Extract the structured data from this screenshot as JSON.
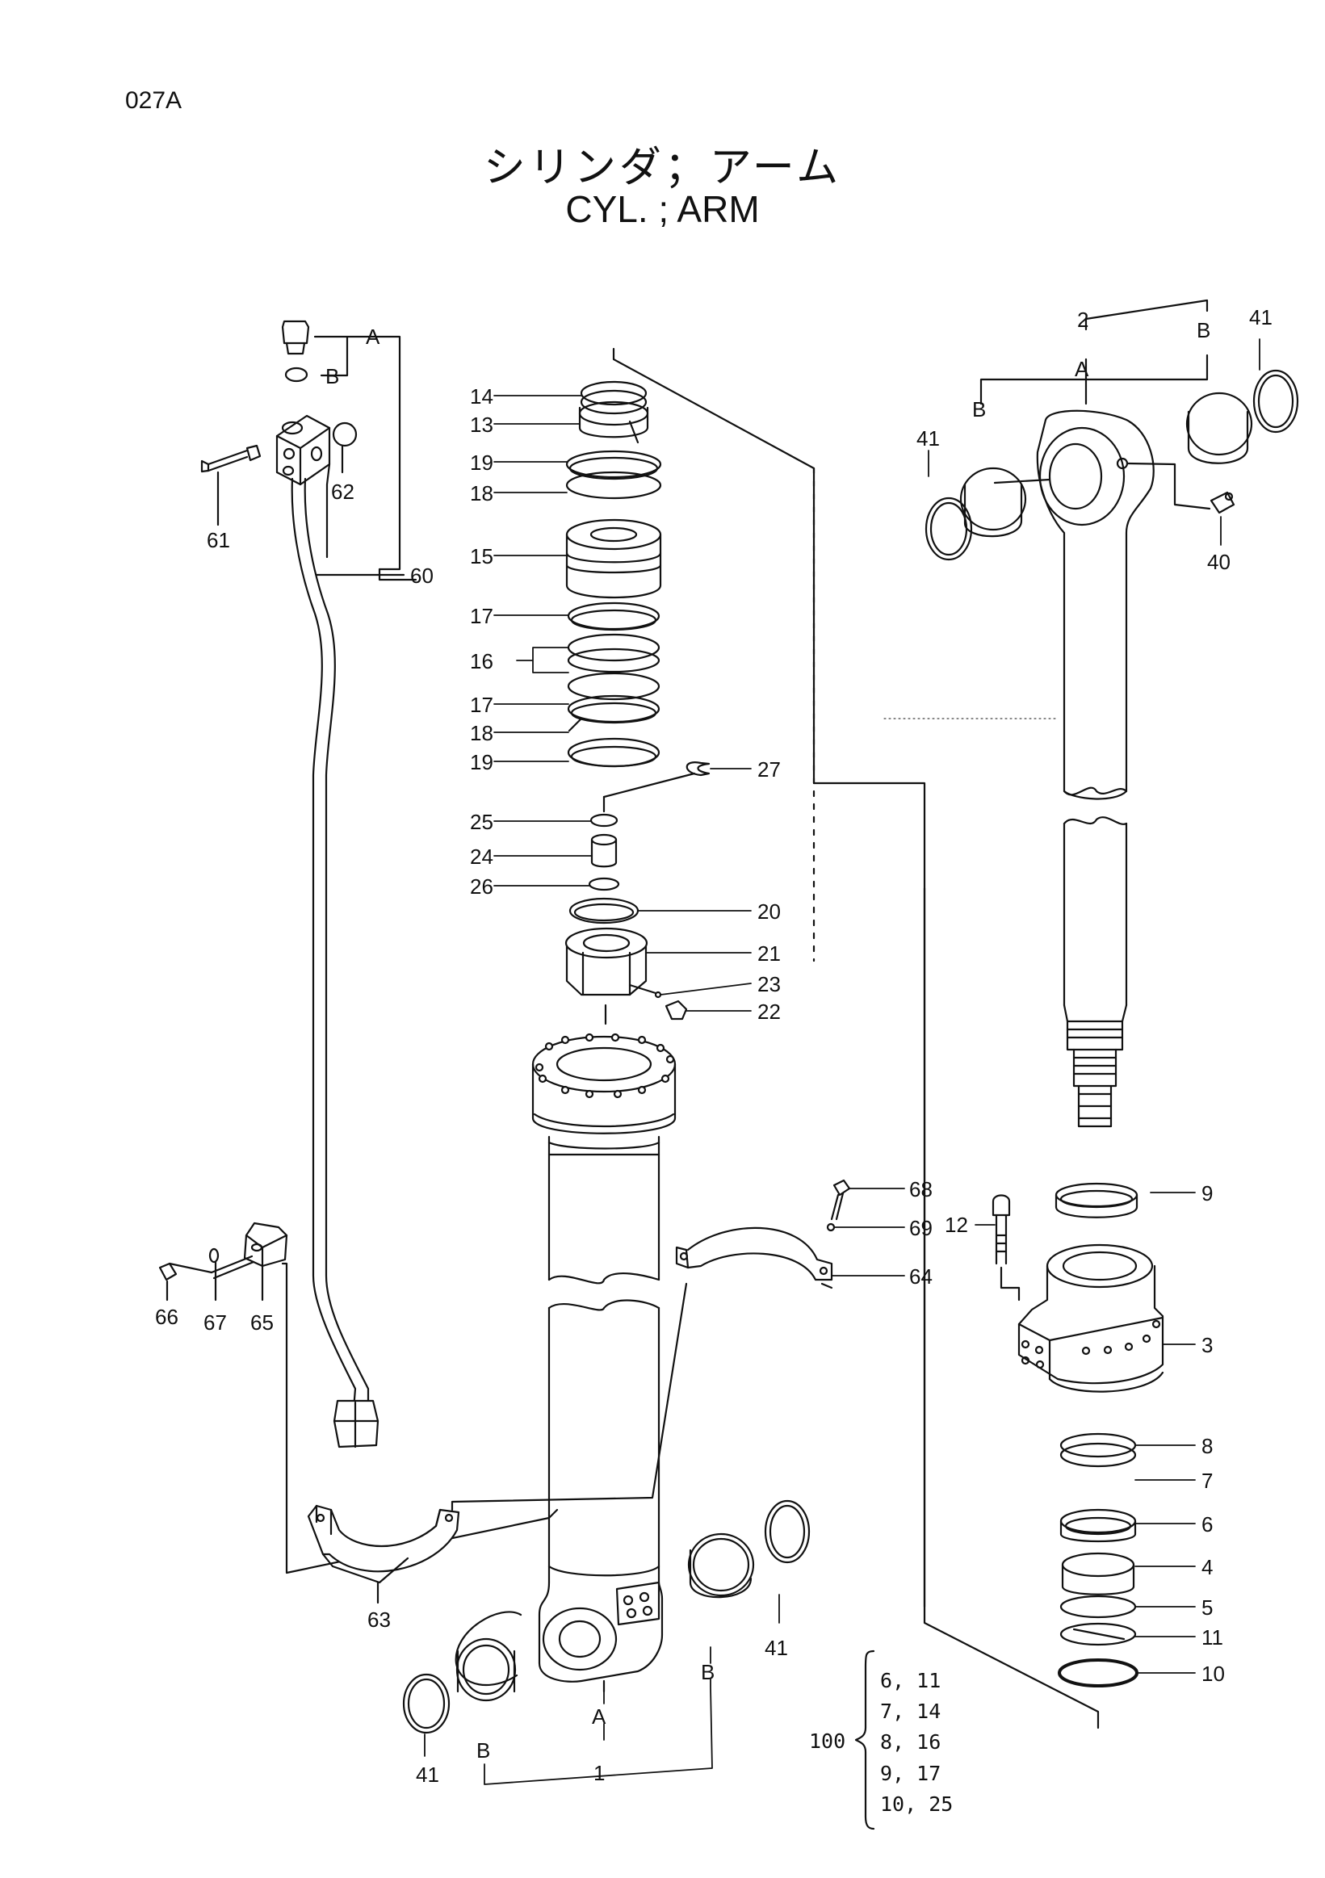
{
  "page_code": "027A",
  "title_jp": "シリンダ；アーム",
  "title_en": "CYL. ; ARM",
  "callouts": {
    "n14": "14",
    "n13": "13",
    "n19a": "19",
    "n18a": "18",
    "n15": "15",
    "n17a": "17",
    "n16": "16",
    "n17b": "17",
    "n18b": "18",
    "n19b": "19",
    "n27": "27",
    "n25": "25",
    "n24": "24",
    "n26": "26",
    "n20": "20",
    "n21": "21",
    "n23": "23",
    "n22": "22",
    "n68": "68",
    "n69": "69",
    "n64": "64",
    "n66": "66",
    "n67": "67",
    "n65": "65",
    "n63": "63",
    "n41a": "41",
    "n41b": "41",
    "n41c": "41",
    "n41d": "41",
    "n1": "1",
    "n2": "2",
    "n40": "40",
    "n61": "61",
    "n62": "62",
    "n60": "60",
    "n12": "12",
    "n9": "9",
    "n3": "3",
    "n8": "8",
    "n7": "7",
    "n6": "6",
    "n4": "4",
    "n5": "5",
    "n11": "11",
    "n10": "10",
    "A1": "A",
    "B1": "B",
    "A2": "A",
    "B2a": "B",
    "B2b": "B",
    "A3": "A",
    "B3a": "B",
    "B3b": "B"
  },
  "kit": {
    "number": "100",
    "rows": [
      "6, 11",
      "7, 14",
      "8, 16",
      "9, 17",
      "10, 25"
    ]
  }
}
